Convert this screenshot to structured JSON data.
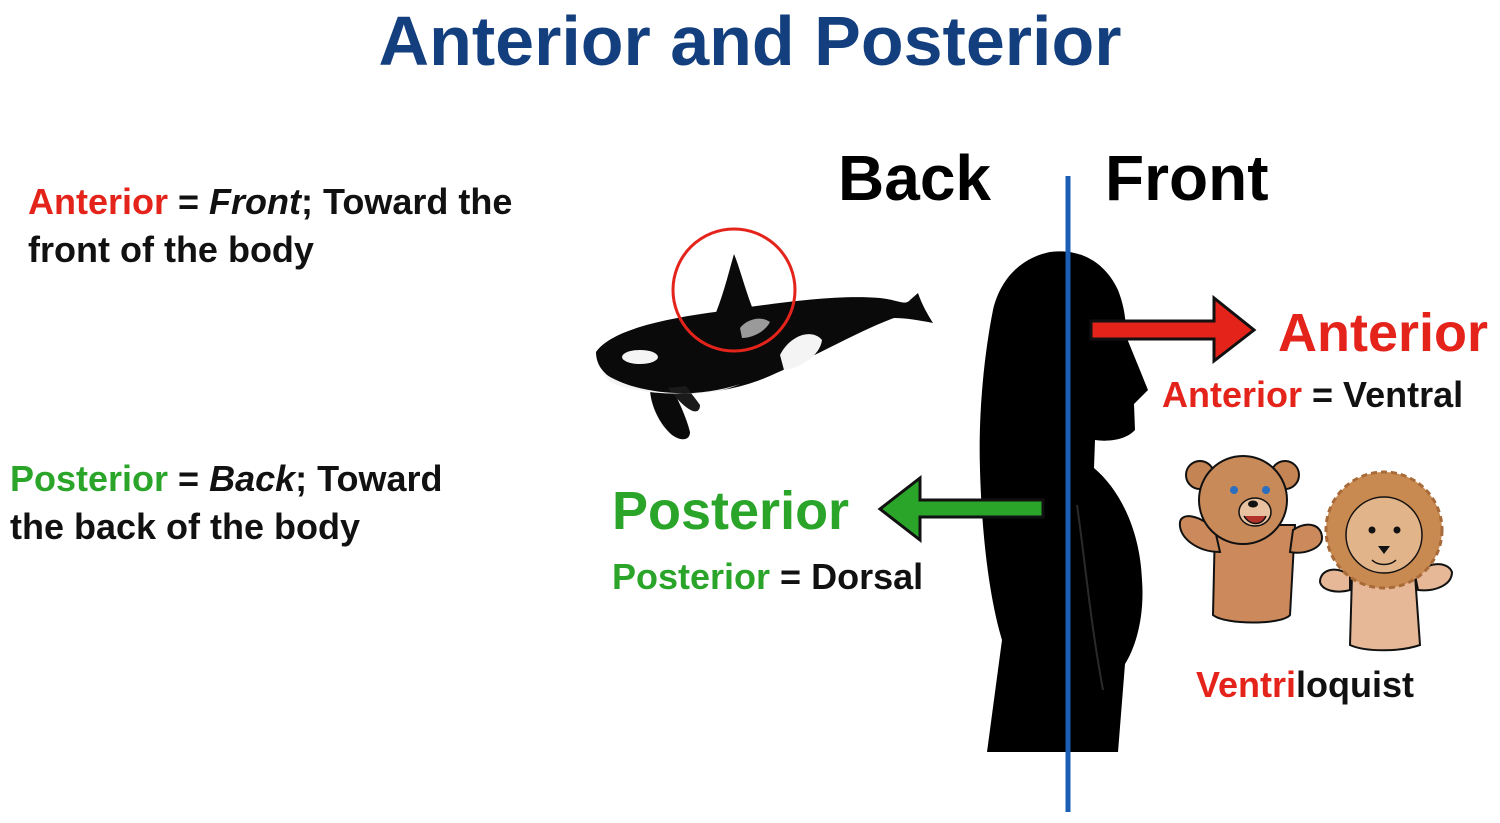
{
  "title": "Anterior and Posterior",
  "definitions": {
    "anterior": {
      "term": "Anterior",
      "eq": " = ",
      "word": "Front",
      "rest_line1": "; Toward the",
      "line2": "front of the body"
    },
    "posterior": {
      "term": "Posterior",
      "eq": " = ",
      "word": "Back",
      "rest_line1": "; Toward",
      "line2": "the back of the body"
    }
  },
  "diagram": {
    "back_label": "Back",
    "front_label": "Front",
    "anterior_label": "Anterior",
    "anterior_synonym": {
      "term": "Anterior",
      "eq": " = ",
      "word": "Ventral"
    },
    "posterior_label": "Posterior",
    "posterior_synonym": {
      "term": "Posterior",
      "eq": " = ",
      "word": "Dorsal"
    },
    "ventriloquist": {
      "prefix": "Ventri",
      "suffix": "loquist"
    }
  },
  "colors": {
    "title": "#143f7e",
    "anterior": "#e4231b",
    "posterior": "#2aa52a",
    "divider": "#1a5fb4"
  }
}
